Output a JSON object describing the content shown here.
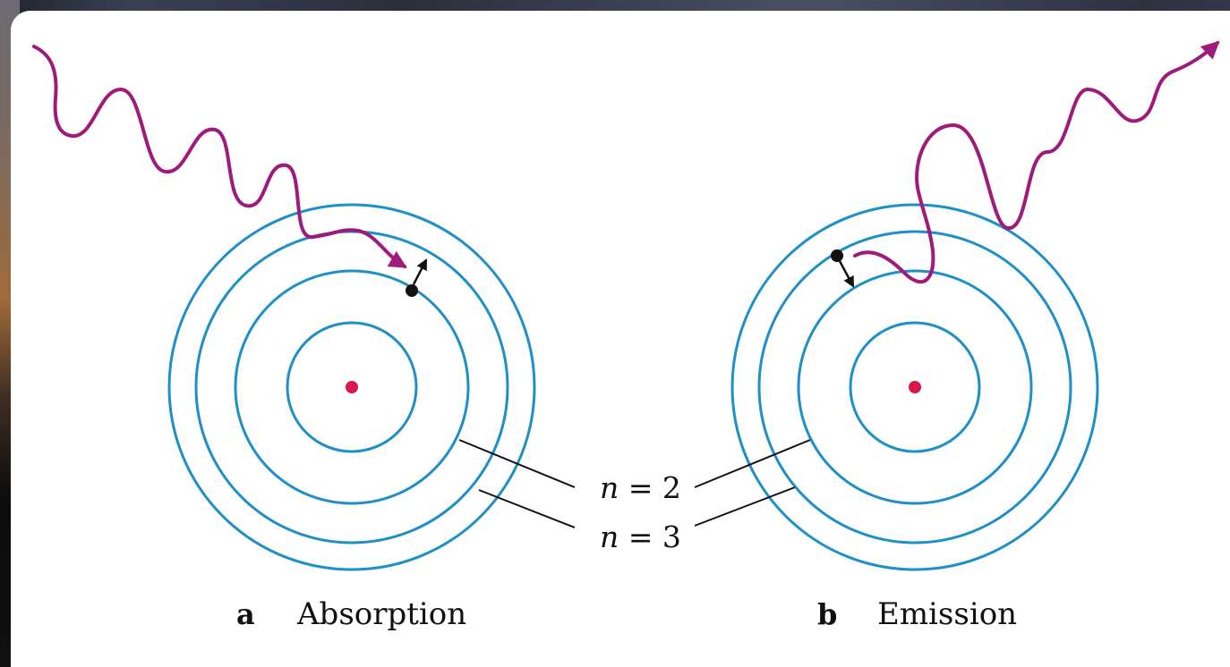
{
  "labels": {
    "n2": {
      "var": "n",
      "eq": " = ",
      "val": "2"
    },
    "n3": {
      "var": "n",
      "eq": " = ",
      "val": "3"
    }
  },
  "panels": {
    "a": {
      "letter": "a",
      "caption": "Absorption"
    },
    "b": {
      "letter": "b",
      "caption": "Emission"
    }
  },
  "colors": {
    "orbit": "#1f8fc8",
    "photon": "#a01a7c",
    "nucleus": "#d8174a",
    "electron": "#111111"
  }
}
